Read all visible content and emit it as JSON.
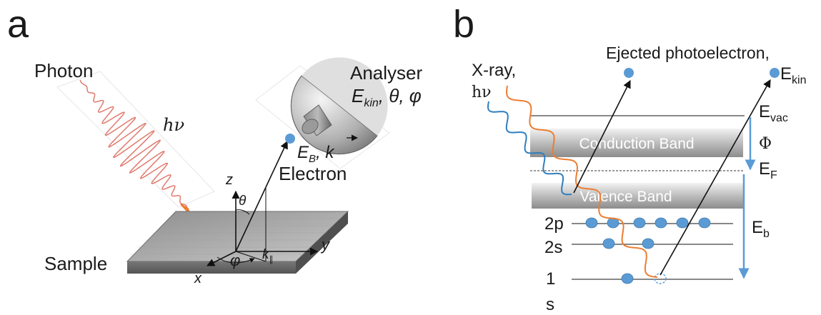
{
  "panel_a": {
    "letter": "a",
    "photon_label": "Photon",
    "photon_energy": "hν",
    "analyser_label": "Analyser",
    "analyser_vars": ", θ, φ",
    "analyser_ekin_main": "E",
    "analyser_ekin_sub": "kin",
    "eb_main": "E",
    "eb_sub": "B",
    "eb_rest": ", k",
    "electron_label": "Electron",
    "sample_label": "Sample",
    "axis_z": "z",
    "axis_y": "y",
    "axis_x": "x",
    "theta": "θ",
    "phi": "φ",
    "kpar_main": "k",
    "kpar_sub": "∥"
  },
  "panel_b": {
    "letter": "b",
    "xray_label_1": "X-ray,",
    "xray_label_2": "hν",
    "ejected_label": "Ejected photoelectron,",
    "ekin_main": "E",
    "ekin_sub": "kin",
    "evac_main": "E",
    "evac_sub": "vac",
    "phi_label": "Φ",
    "ef_main": "E",
    "ef_sub": "F",
    "eb_main": "E",
    "eb_sub": "b",
    "conduction_band": "Conduction Band",
    "valence_band": "Valence Band",
    "level_2p": "2p",
    "level_2s": "2s",
    "level_1s_a": "1",
    "level_1s_b": "s"
  },
  "colors": {
    "electron": "#5b9bd5",
    "orange_wave": "#ed7d31",
    "photon_wave": "#e07a6e",
    "arrow_blue": "#5b9bd5"
  }
}
